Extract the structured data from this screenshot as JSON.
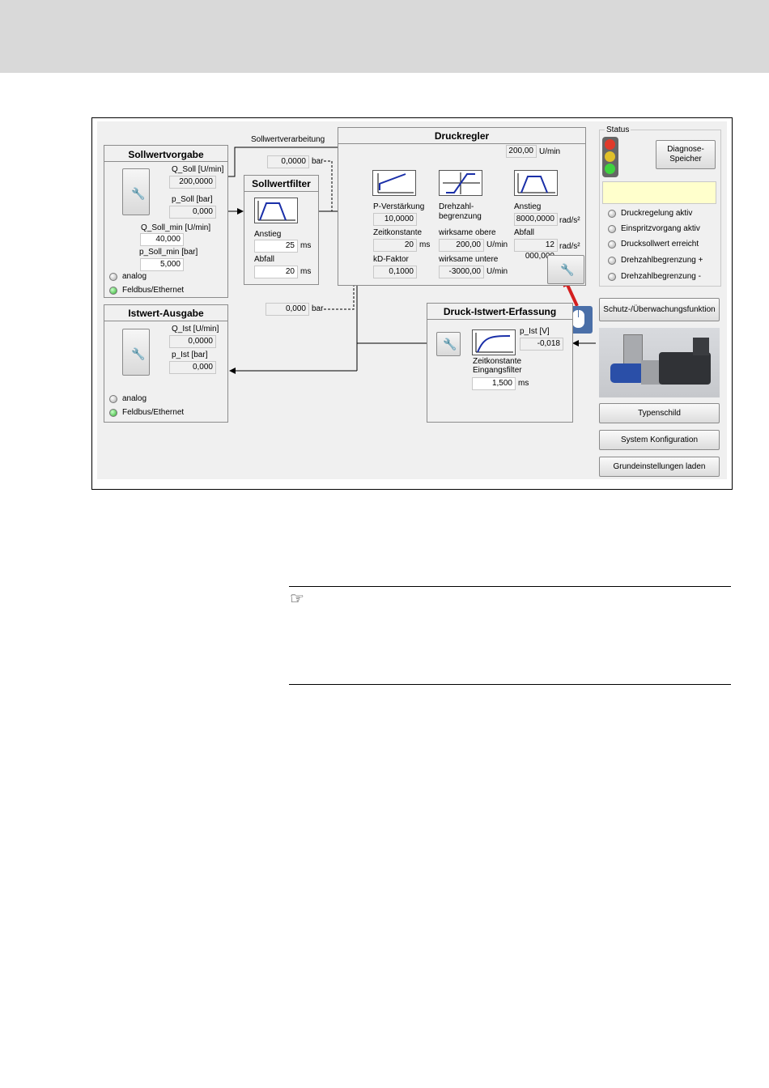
{
  "sollwertverarbeitung_label": "Sollwertverarbeitung",
  "top_value": {
    "value": "0,0000",
    "unit": "bar"
  },
  "bottom_value": {
    "value": "0,000",
    "unit": "bar"
  },
  "sollwertvorgabe": {
    "title": "Sollwertvorgabe",
    "q_soll_label": "Q_Soll [U/min]",
    "q_soll_value": "200,0000",
    "p_soll_label": "p_Soll [bar]",
    "p_soll_value": "0,000",
    "q_soll_min_label": "Q_Soll_min [U/min]",
    "q_soll_min_value": "40,000",
    "p_soll_min_label": "p_Soll_min [bar]",
    "p_soll_min_value": "5,000",
    "radio_analog": "analog",
    "radio_feldbus": "Feldbus/Ethernet"
  },
  "sollwertfilter": {
    "title": "Sollwertfilter",
    "anstieg_label": "Anstieg",
    "anstieg_value": "25",
    "abfall_label": "Abfall",
    "abfall_value": "20",
    "unit": "ms"
  },
  "druckregler": {
    "title": "Druckregler",
    "speed_value": "200,00",
    "speed_unit": "U/min",
    "p_verstaerkung_label": "P-Verstärkung",
    "p_verstaerkung_value": "10,0000",
    "zeitkonstante_label": "Zeitkonstante",
    "zeitkonstante_value": "20",
    "zeitkonstante_unit": "ms",
    "kd_faktor_label": "kD-Faktor",
    "kd_faktor_value": "0,1000",
    "drehzahl_label_1": "Drehzahl-",
    "drehzahl_label_2": "begrenzung",
    "wirksame_obere_label": "wirksame obere",
    "wirksame_obere_value": "200,00",
    "wirksame_untere_label": "wirksame untere",
    "wirksame_untere_value": "-3000,00",
    "u_min": "U/min",
    "anstieg_label": "Anstieg",
    "anstieg_value": "8000,0000",
    "abfall_label": "Abfall",
    "abfall_value": "12 000,000",
    "rad_unit": "rad/s²"
  },
  "istwert_ausgabe": {
    "title": "Istwert-Ausgabe",
    "q_ist_label": "Q_Ist [U/min]",
    "q_ist_value": "0,0000",
    "p_ist_label": "p_Ist [bar]",
    "p_ist_value": "0,000",
    "radio_analog": "analog",
    "radio_feldbus": "Feldbus/Ethernet"
  },
  "druck_istwert": {
    "title": "Druck-Istwert-Erfassung",
    "p_ist_label": "p_Ist [V]",
    "p_ist_value": "-0,018",
    "zeit_label_1": "Zeitkonstante",
    "zeit_label_2": "Eingangsfilter",
    "zeit_value": "1,500",
    "unit": "ms"
  },
  "status": {
    "title": "Status",
    "diagnose_button": [
      "Diagnose-",
      "Speicher"
    ],
    "indicators": [
      "Druckregelung aktiv",
      "Einspritzvorgang aktiv",
      "Drucksollwert erreicht",
      "Drehzahlbegrenzung +",
      "Drehzahlbegrenzung -"
    ]
  },
  "buttons": {
    "schutz": "Schutz-/Überwachungsfunktion",
    "typenschild": "Typenschild",
    "system": "System Konfiguration",
    "grundeinstellungen": "Grundeinstellungen laden"
  },
  "colors": {
    "accent_blue": "#1a2fa8",
    "arrow_red": "#d41f1f",
    "status_panel": "#ffffcc",
    "led_on": "#2cb02c"
  }
}
